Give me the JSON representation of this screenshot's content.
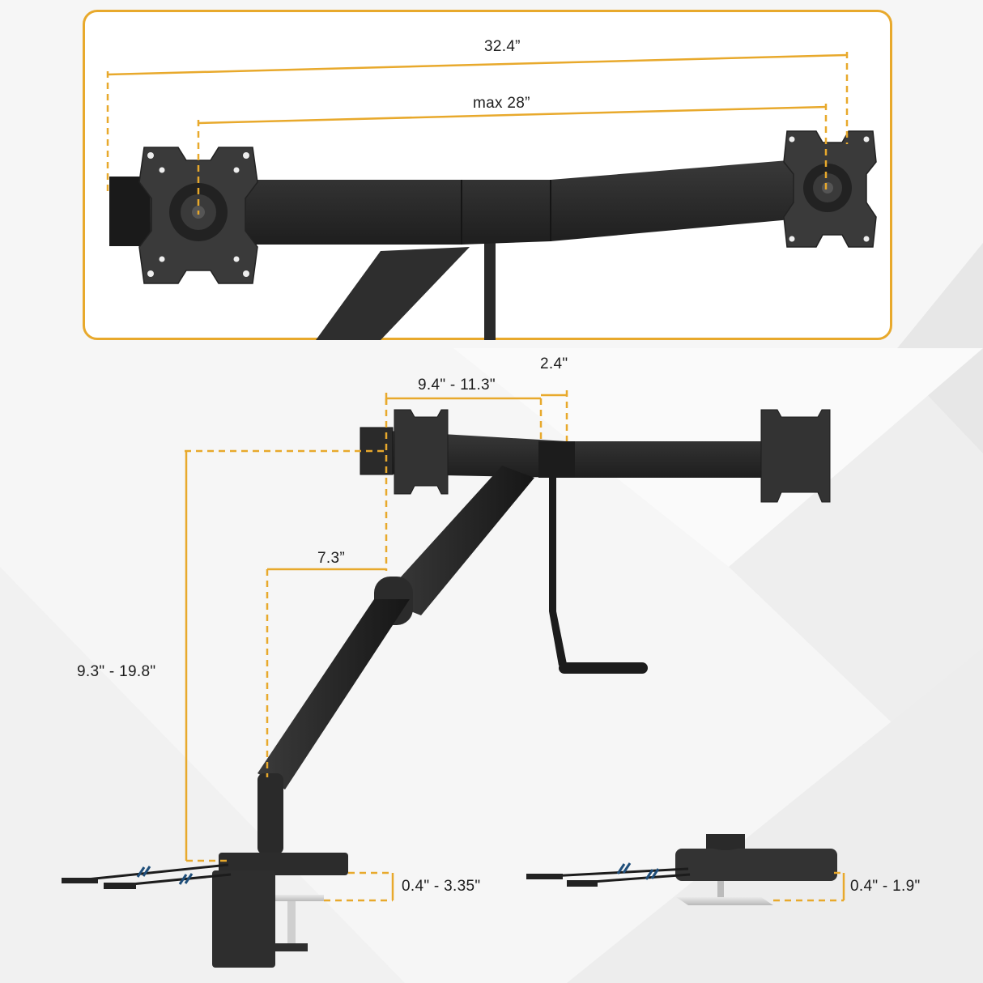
{
  "diagram": {
    "subject": "Dual monitor arm with crossbar, gas-spring arm, handle and clamp/grommet mounts",
    "accent_color": "#e8a92c",
    "cable_break_color": "#1f4e7a",
    "product_color": "#2b2b2b",
    "top_panel": {
      "outer_width_label": "32.4”",
      "vesa_span_label": "max 28”"
    },
    "main_view": {
      "crossbar_reach_label": "9.4\" - 11.3\"",
      "crossbar_offset_label": "2.4\"",
      "arm_offset_label": "7.3”",
      "height_range_label": "9.3\" - 19.8\""
    },
    "clamp_view": {
      "desk_thickness_label": "0.4\" - 3.35\""
    },
    "grommet_view": {
      "desk_thickness_label": "0.4\" - 1.9\""
    }
  }
}
